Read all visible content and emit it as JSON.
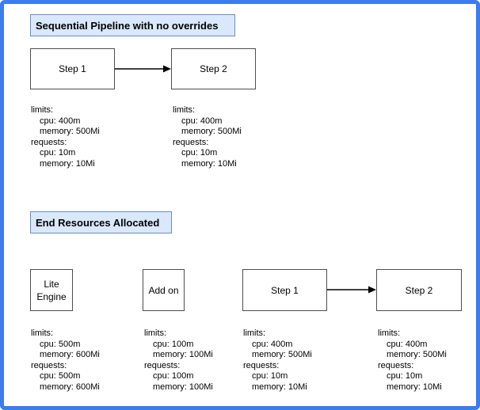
{
  "colors": {
    "frame_border": "#3b7cee",
    "title_fill": "#dae8fc",
    "title_border": "#6c8ebf",
    "node_border": "#4d4d4d",
    "node_fill": "#ffffff",
    "arrow": "#000000",
    "text": "#000000"
  },
  "sections": [
    {
      "title": "Sequential Pipeline with no overrides",
      "nodes": [
        {
          "label": "Step 1",
          "res": [
            "limits:",
            "cpu: 400m",
            "memory: 500Mi",
            "requests:",
            "cpu: 10m",
            "memory: 10Mi"
          ]
        },
        {
          "label": "Step 2",
          "res": [
            "limits:",
            "cpu: 400m",
            "memory: 500Mi",
            "requests:",
            "cpu: 10m",
            "memory: 10Mi"
          ]
        }
      ],
      "connections": [
        {
          "from": "Step 1",
          "to": "Step 2"
        }
      ]
    },
    {
      "title": "End Resources Allocated",
      "nodes": [
        {
          "label": "Lite Engine",
          "res": [
            "limits:",
            "cpu: 500m",
            "memory: 600Mi",
            "requests:",
            "cpu: 500m",
            "memory: 600Mi"
          ]
        },
        {
          "label": "Add on",
          "res": [
            "limits:",
            "cpu: 100m",
            "memory: 100Mi",
            "requests:",
            "cpu: 100m",
            "memory: 100Mi"
          ]
        },
        {
          "label": "Step 1",
          "res": [
            "limits:",
            "cpu: 400m",
            "memory: 500Mi",
            "requests:",
            "cpu: 10m",
            "memory: 10Mi"
          ]
        },
        {
          "label": "Step 2",
          "res": [
            "limits:",
            "cpu: 400m",
            "memory: 500Mi",
            "requests:",
            "cpu: 10m",
            "memory: 10Mi"
          ]
        }
      ],
      "connections": [
        {
          "from": "Step 1",
          "to": "Step 2"
        }
      ]
    }
  ]
}
